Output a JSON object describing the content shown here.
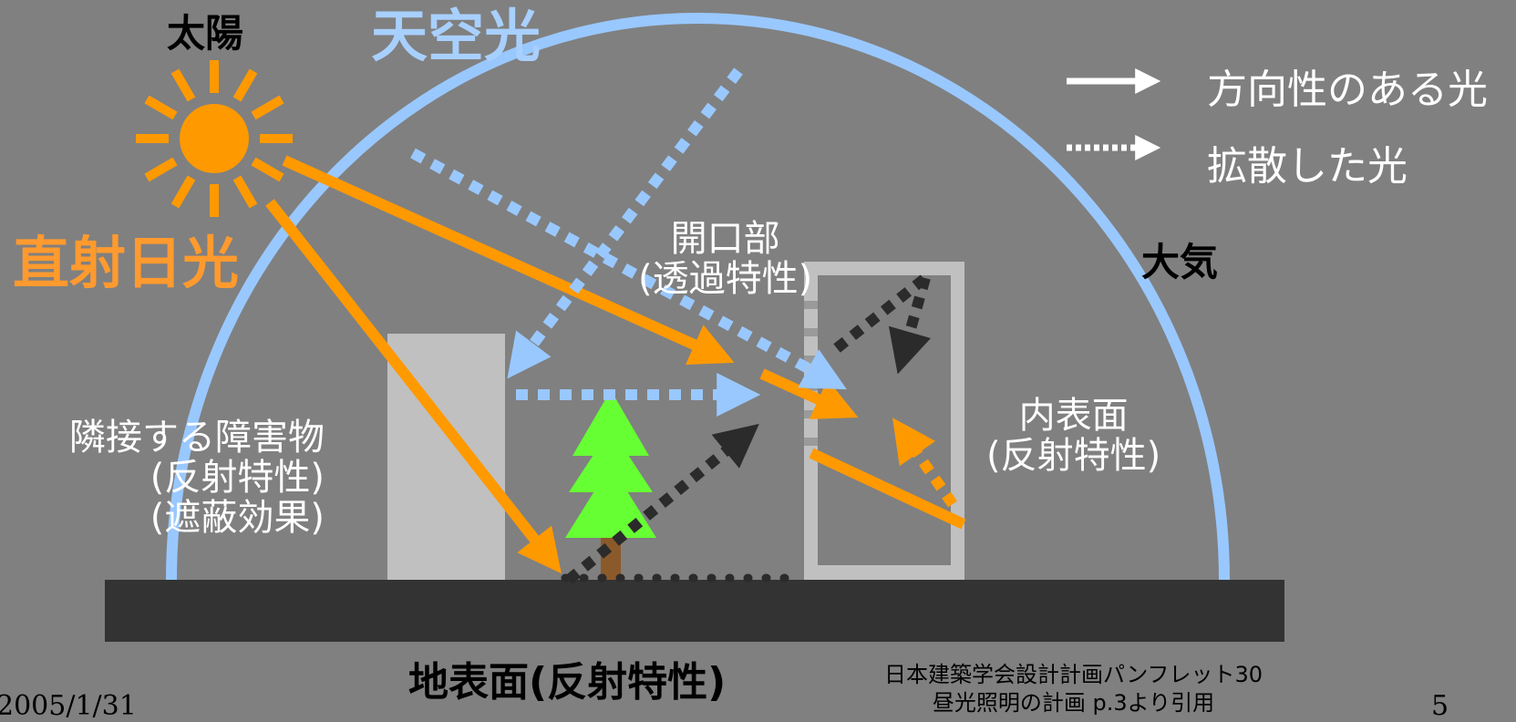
{
  "labels": {
    "sun": "太陽",
    "sky_light": "天空光",
    "direct_sunlight": "直射日光",
    "atmosphere": "大気",
    "opening": [
      "開口部",
      "(透過特性)"
    ],
    "neighbor": [
      "隣接する障害物",
      "(反射特性)",
      "(遮蔽効果)"
    ],
    "inner_surface": [
      "内表面",
      "(反射特性)"
    ],
    "ground": "地表面(反射特性)"
  },
  "legend": {
    "directional": "方向性のある光",
    "diffuse": "拡散した光"
  },
  "footer": {
    "source_line1": "日本建築学会設計計画パンフレット30",
    "source_line2": "昼光照明の計画 p.3より引用",
    "date": "2005/1/31",
    "page": "5"
  },
  "colors": {
    "background": "#808080",
    "sky": "#99c8ff",
    "sun": "#ff9900",
    "ground": "#333333",
    "building": "#c0c0c0",
    "tree": "#66ff33",
    "trunk": "#8b5a2b",
    "diffuse_reflect": "#2b2b2b"
  }
}
